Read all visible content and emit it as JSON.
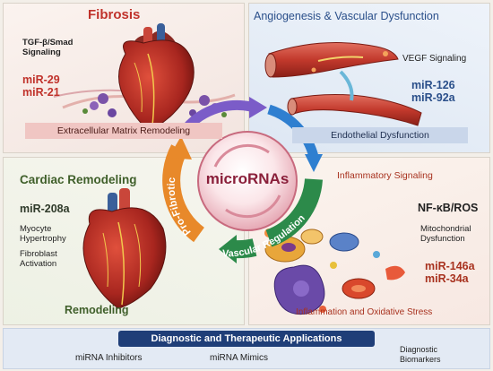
{
  "fibrosis": {
    "title": "Fibrosis",
    "pathway": [
      "TGF-β/Smad",
      "Signaling"
    ],
    "mirnas": [
      "miR-29",
      "miR-21"
    ],
    "band": "Extracellular Matrix Remodeling"
  },
  "angiogenesis": {
    "title": "Angiogenesis & Vascular Dysfunction",
    "pathway": "VEGF Signaling",
    "mirnas": [
      "miR-126",
      "miR-92a"
    ],
    "band": "Endothelial Dysfunction"
  },
  "cardiac": {
    "title": "Cardiac Remodeling",
    "mirna": "miR-208a",
    "effects": [
      [
        "Myocyte",
        "Hypertrophy"
      ],
      [
        "Fibroblast",
        "Activation"
      ]
    ],
    "band": "Remodeling"
  },
  "inflammatory": {
    "title": "Inflammatory Signaling",
    "pathway": "NF-κB/ROS",
    "effect": [
      "Mitochondrial",
      "Dysfunction"
    ],
    "mirnas": [
      "miR-146a",
      "miR-34a"
    ],
    "band": "Inflammation and Oxidative Stress"
  },
  "center": {
    "label": "microRNAs",
    "arc_left": "Pro-Fibrotic",
    "arc_bottom": "Vascular Regulation"
  },
  "applications": {
    "title": "Diagnostic and Therapeutic Applications",
    "items": [
      "miRNA Inhibitors",
      "miRNA Mimics"
    ],
    "biomarkers": [
      "Diagnostic",
      "Biomarkers"
    ]
  },
  "colors": {
    "fibrosis": "#c0322b",
    "angiogenesis": "#2a4f8a",
    "cardiac": "#3f5f2a",
    "inflammatory": "#a8321f",
    "center": "#8a1f3a"
  }
}
